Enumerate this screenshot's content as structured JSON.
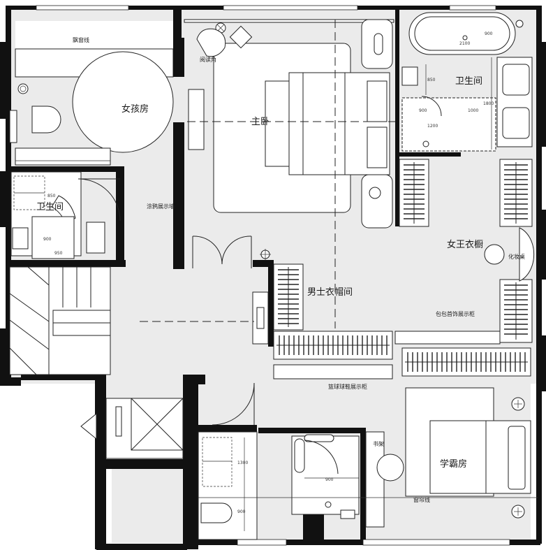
{
  "rooms": {
    "girls_room": "女孩房",
    "master_bedroom": "主卧",
    "master_bath": "卫生间",
    "kid_bath": "卫生间",
    "queen_wardrobe": "女王衣橱",
    "men_hat_room": "男士衣帽间",
    "study_room": "学霸房"
  },
  "annotations": {
    "bay_window": "飘窗线",
    "reading_chair": "阅读角",
    "graffiti_wall": "涂鸦展示墙",
    "vanity": "化妆桌",
    "bag_jewelry_cabinet": "包包首饰展示柜",
    "basketball_shoe_cabinet": "篮球球鞋展示柜",
    "bookshelf": "书架",
    "curtain_line": "窗帘线"
  },
  "dimensions": {
    "tub_width": "900",
    "tub_length": "2100",
    "wc_depth": "850",
    "vanity_w": "900",
    "shower_w": "1200",
    "bath_len": "1800",
    "bath_mid": "1000",
    "kid_wc": "850",
    "kid_basin": "900",
    "kid_shower": "950",
    "guest_shower": "1300",
    "guest_wc": "900",
    "guest_width": "900"
  }
}
